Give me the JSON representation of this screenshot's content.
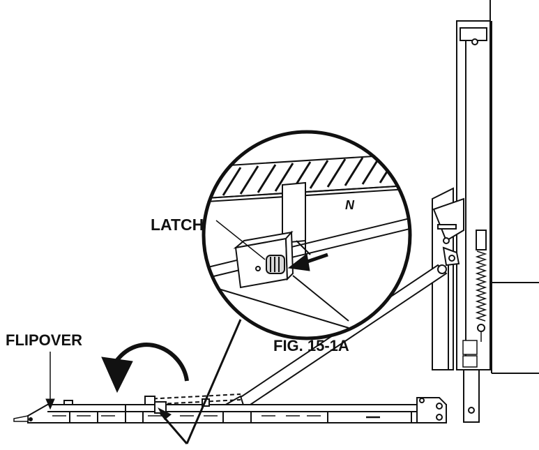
{
  "labels": {
    "latch": "LATCH",
    "flipover": "FLIPOVER",
    "figure": "FIG. 15-1A"
  },
  "colors": {
    "ink": "#111111",
    "paper": "#ffffff",
    "shade": "#d9d9d9"
  }
}
